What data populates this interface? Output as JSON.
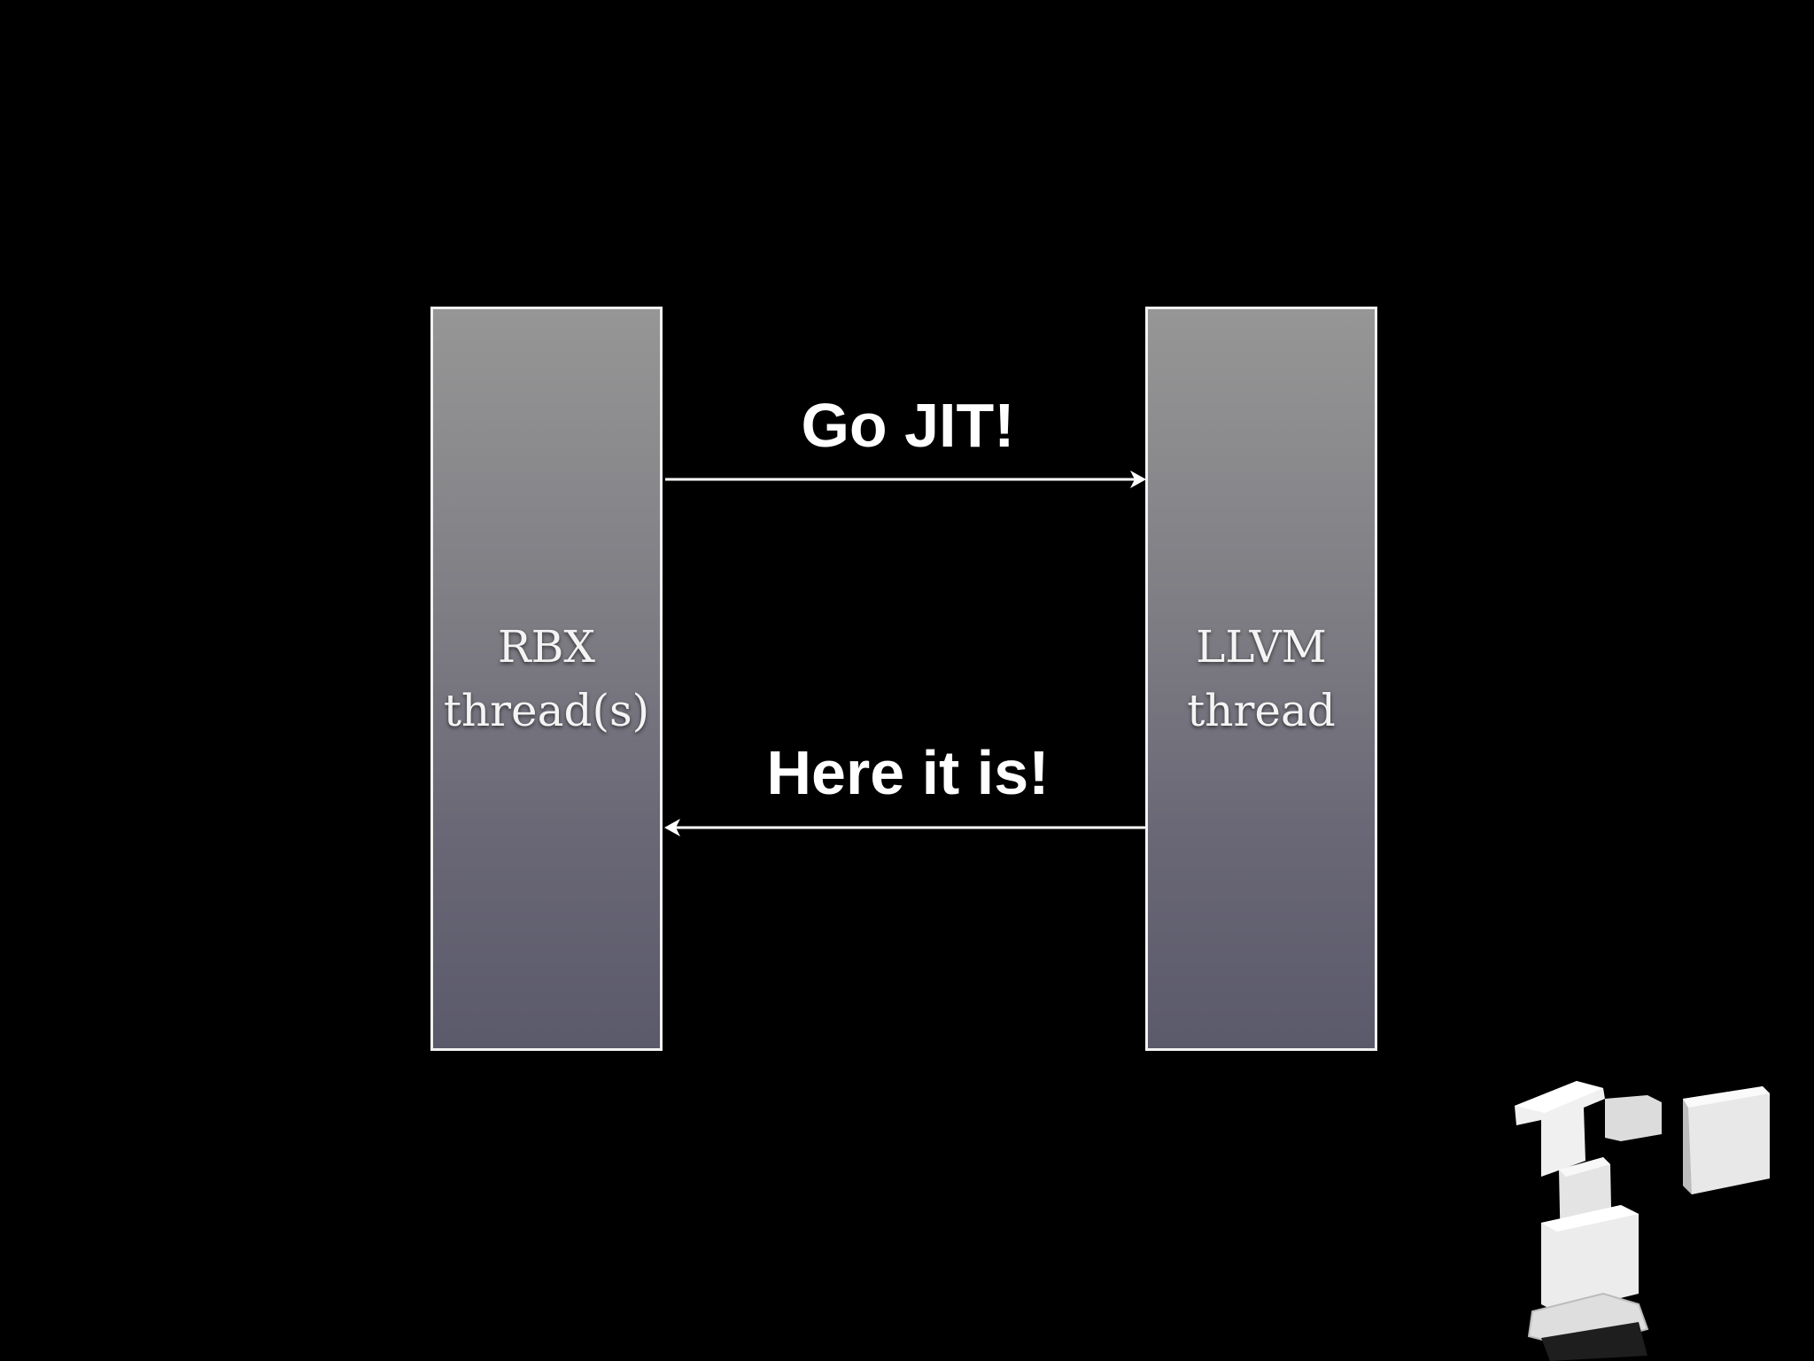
{
  "slide": {
    "left_box": {
      "line1": "RBX",
      "line2": "thread(s)"
    },
    "right_box": {
      "line1": "LLVM",
      "line2": "thread"
    },
    "top_arrow": {
      "label": "Go JIT!",
      "direction": "left-to-right"
    },
    "bottom_arrow": {
      "label": "Here it is!",
      "direction": "right-to-left"
    }
  },
  "colors": {
    "background": "#000000",
    "box_gradient_top": "#969696",
    "box_gradient_bottom": "#5b5a6b",
    "box_border": "#f2f2f2",
    "arrow": "#ffffff"
  },
  "icons": [
    "rubinius-logo-icon"
  ]
}
